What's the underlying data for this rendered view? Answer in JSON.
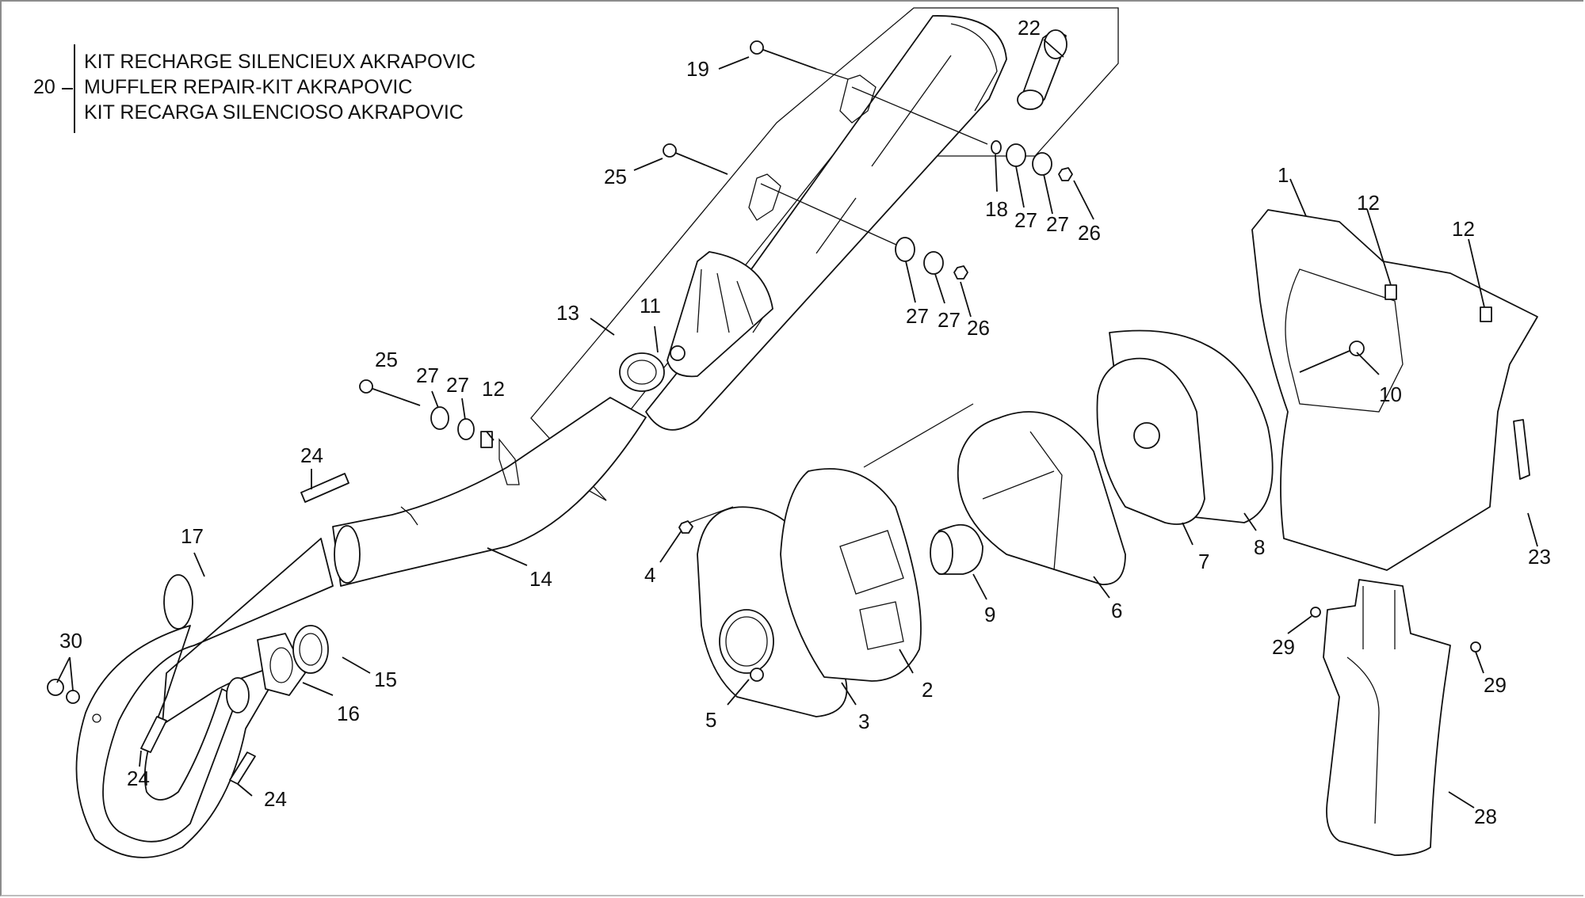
{
  "diagram": {
    "title": "Exhaust system exploded parts diagram",
    "kit": {
      "number": "20",
      "lines": [
        "KIT RECHARGE SILENCIEUX AKRAPOVIC",
        "MUFFLER REPAIR-KIT AKRAPOVIC",
        "KIT RECARGA SILENCIOSO AKRAPOVIC"
      ]
    },
    "callouts": [
      {
        "id": "c1",
        "label": "1",
        "part": "airbox"
      },
      {
        "id": "c2",
        "label": "2",
        "part": "airbox-cover"
      },
      {
        "id": "c3",
        "label": "3",
        "part": "cover-gasket"
      },
      {
        "id": "c4",
        "label": "4",
        "part": "nut"
      },
      {
        "id": "c5",
        "label": "5",
        "part": "hose-clamp"
      },
      {
        "id": "c6",
        "label": "6",
        "part": "filter-cage"
      },
      {
        "id": "c7",
        "label": "7",
        "part": "filter-support"
      },
      {
        "id": "c8",
        "label": "8",
        "part": "air-filter"
      },
      {
        "id": "c9",
        "label": "9",
        "part": "intake-sleeve"
      },
      {
        "id": "c10",
        "label": "10",
        "part": "filter-bolt"
      },
      {
        "id": "c11",
        "label": "11",
        "part": "muffler-clamp"
      },
      {
        "id": "c12a",
        "label": "12",
        "part": "clip-nut"
      },
      {
        "id": "c12b",
        "label": "12",
        "part": "clip-nut"
      },
      {
        "id": "c12c",
        "label": "12",
        "part": "clip-nut"
      },
      {
        "id": "c13",
        "label": "13",
        "part": "muffler"
      },
      {
        "id": "c14",
        "label": "14",
        "part": "link-pipe"
      },
      {
        "id": "c15",
        "label": "15",
        "part": "exhaust-seal"
      },
      {
        "id": "c16",
        "label": "16",
        "part": "exhaust-gasket"
      },
      {
        "id": "c17",
        "label": "17",
        "part": "header-pipe"
      },
      {
        "id": "c18",
        "label": "18",
        "part": "washer"
      },
      {
        "id": "c19",
        "label": "19",
        "part": "muffler-bolt"
      },
      {
        "id": "c22",
        "label": "22",
        "part": "end-plug"
      },
      {
        "id": "c23",
        "label": "23",
        "part": "strap"
      },
      {
        "id": "c24a",
        "label": "24",
        "part": "spring"
      },
      {
        "id": "c24b",
        "label": "24",
        "part": "spring"
      },
      {
        "id": "c24c",
        "label": "24",
        "part": "spring"
      },
      {
        "id": "c25a",
        "label": "25",
        "part": "bolt"
      },
      {
        "id": "c25b",
        "label": "25",
        "part": "bolt"
      },
      {
        "id": "c26a",
        "label": "26",
        "part": "lock-nut"
      },
      {
        "id": "c26b",
        "label": "26",
        "part": "lock-nut"
      },
      {
        "id": "c27a",
        "label": "27",
        "part": "rubber-grommet"
      },
      {
        "id": "c27b",
        "label": "27",
        "part": "rubber-grommet"
      },
      {
        "id": "c27c",
        "label": "27",
        "part": "rubber-grommet"
      },
      {
        "id": "c27d",
        "label": "27",
        "part": "rubber-grommet"
      },
      {
        "id": "c27e",
        "label": "27",
        "part": "rubber-grommet"
      },
      {
        "id": "c27f",
        "label": "27",
        "part": "rubber-grommet"
      },
      {
        "id": "c28",
        "label": "28",
        "part": "mud-flap"
      },
      {
        "id": "c29a",
        "label": "29",
        "part": "screw"
      },
      {
        "id": "c29b",
        "label": "29",
        "part": "screw"
      },
      {
        "id": "c30",
        "label": "30",
        "part": "drain-plug"
      }
    ]
  }
}
